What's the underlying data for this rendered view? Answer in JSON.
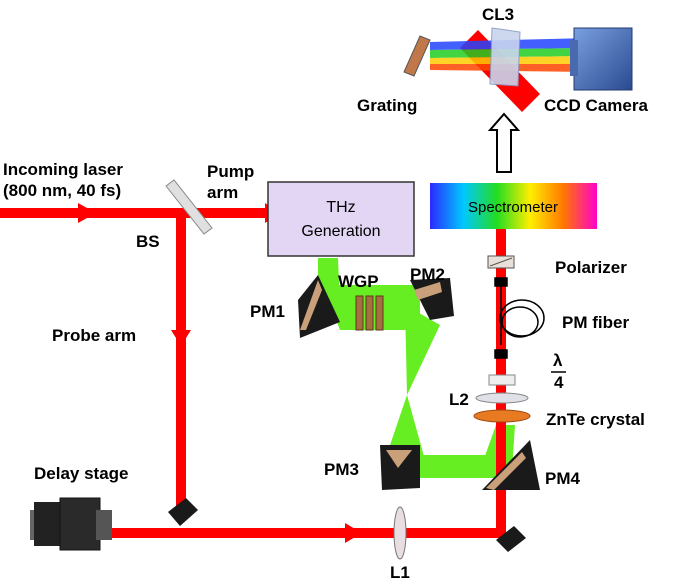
{
  "labels": {
    "incoming_line1": "Incoming laser",
    "incoming_line2": "(800 nm, 40 fs)",
    "pump_line1": "Pump",
    "pump_line2": "arm",
    "bs": "BS",
    "probe_arm": "Probe arm",
    "thz_line1": "THz",
    "thz_line2": "Generation",
    "wgp": "WGP",
    "pm1": "PM1",
    "pm2": "PM2",
    "pm3": "PM3",
    "pm4": "PM4",
    "spectrometer": "Spectrometer",
    "polarizer": "Polarizer",
    "pm_fiber": "PM fiber",
    "lambda": "λ",
    "four": "4",
    "l2": "L2",
    "znte": "ZnTe crystal",
    "delay_stage": "Delay stage",
    "l1": "L1",
    "grating": "Grating",
    "cl3": "CL3",
    "ccd": "CCD Camera"
  },
  "colors": {
    "laser": "#ff0000",
    "thz": "#66ee22",
    "box_fill": "#e3d6f5",
    "mirror": "#1a1a1a",
    "mirror_face": "#c9a07a"
  }
}
